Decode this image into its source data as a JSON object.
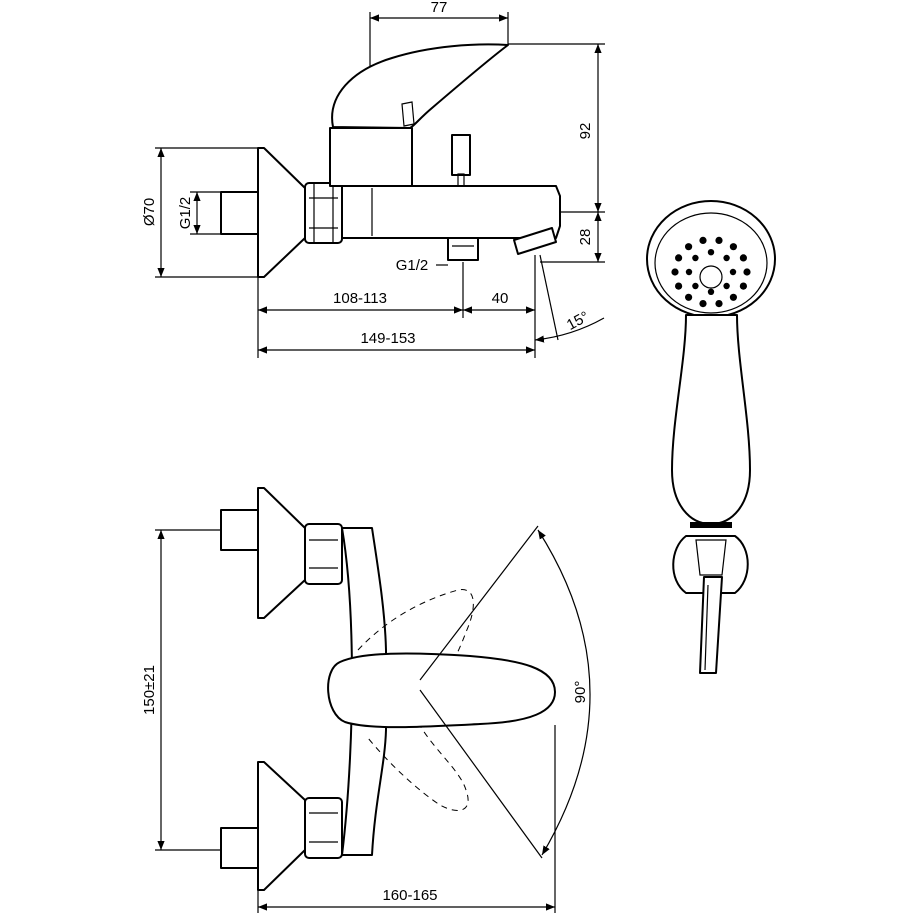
{
  "labels": {
    "top_width": "77",
    "top_height": "92",
    "spout_height": "28",
    "diameter": "Ø70",
    "thread_inlet": "G1/2",
    "thread_outlet": "G1/2",
    "depth_range": "108-113",
    "spout_offset": "40",
    "total_depth": "149-153",
    "spout_angle": "15°",
    "centers": "150±21",
    "lever_angle": "90°",
    "front_width": "160-165"
  }
}
